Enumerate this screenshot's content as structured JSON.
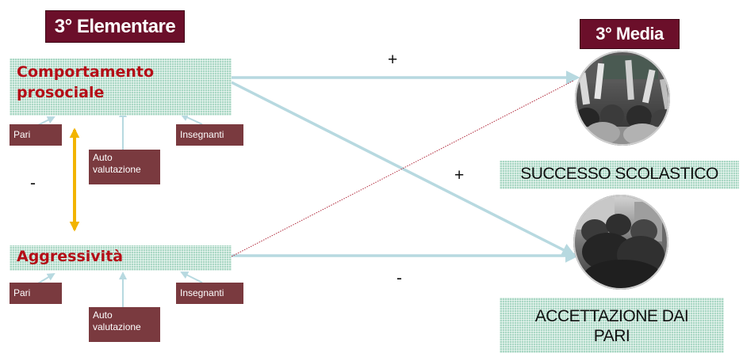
{
  "headers": {
    "elementare": "3° Elementare",
    "media": "3° Media"
  },
  "predictors": {
    "prosociale": {
      "line1": "Comportamento",
      "line2": "prosociale"
    },
    "aggressivita": {
      "label": "Aggressività"
    }
  },
  "raters_top": {
    "pari": "Pari",
    "auto_line1": "Auto",
    "auto_line2": "valutazione",
    "insegnanti": "Insegnanti"
  },
  "raters_bottom": {
    "pari": "Pari",
    "auto_line1": "Auto",
    "auto_line2": "valutazione",
    "insegnanti": "Insegnanti"
  },
  "outcomes": {
    "successo": "SUCCESSO SCOLASTICO",
    "accettazione_line1": "ACCETTAZIONE DAI",
    "accettazione_line2": "PARI"
  },
  "signs": {
    "plus_top": "+",
    "plus_middle": "+",
    "minus_left": "-",
    "minus_bottom": "-"
  },
  "colors": {
    "header_bg": "#6b0f2a",
    "predictor_text": "#b50d17",
    "rater_bg": "#7a3a3f",
    "box_pattern": "#a9d7c4",
    "arrow_blue": "#b7d9e0",
    "arrow_yellow": "#f2b400",
    "dotted_line": "#b0283a"
  },
  "images": {
    "top": "students-raising-hands-photo",
    "bottom": "students-huddle-photo"
  }
}
